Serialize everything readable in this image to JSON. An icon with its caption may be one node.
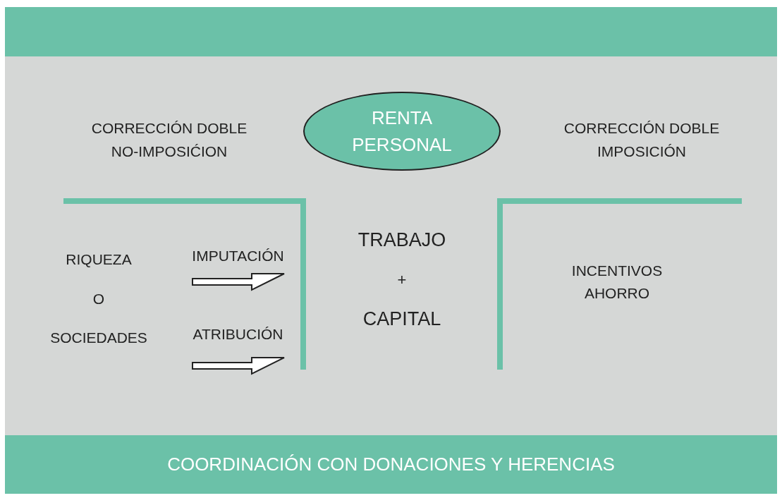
{
  "diagram": {
    "nodes": [
      {
        "text": [
          "RENTA PERSONAL"
        ]
      },
      {
        "text": [
          "COORDINACIÓN CON DONACIONES Y HERENCIAS"
        ]
      }
    ],
    "labels": [
      "CORRECCIÓN DOBLE NO-IMPOSIĆION",
      "CORRECCIÓN DOBLE IMPOSICIÓN",
      "RIQUEZA",
      "IMPUTACIÓN",
      "TRABAJO",
      "+",
      "O",
      "INCENTIVOS AHORRO",
      "CAPITAL",
      "SOCIEDADES",
      "ATRIBUCIÓN"
    ]
  }
}
